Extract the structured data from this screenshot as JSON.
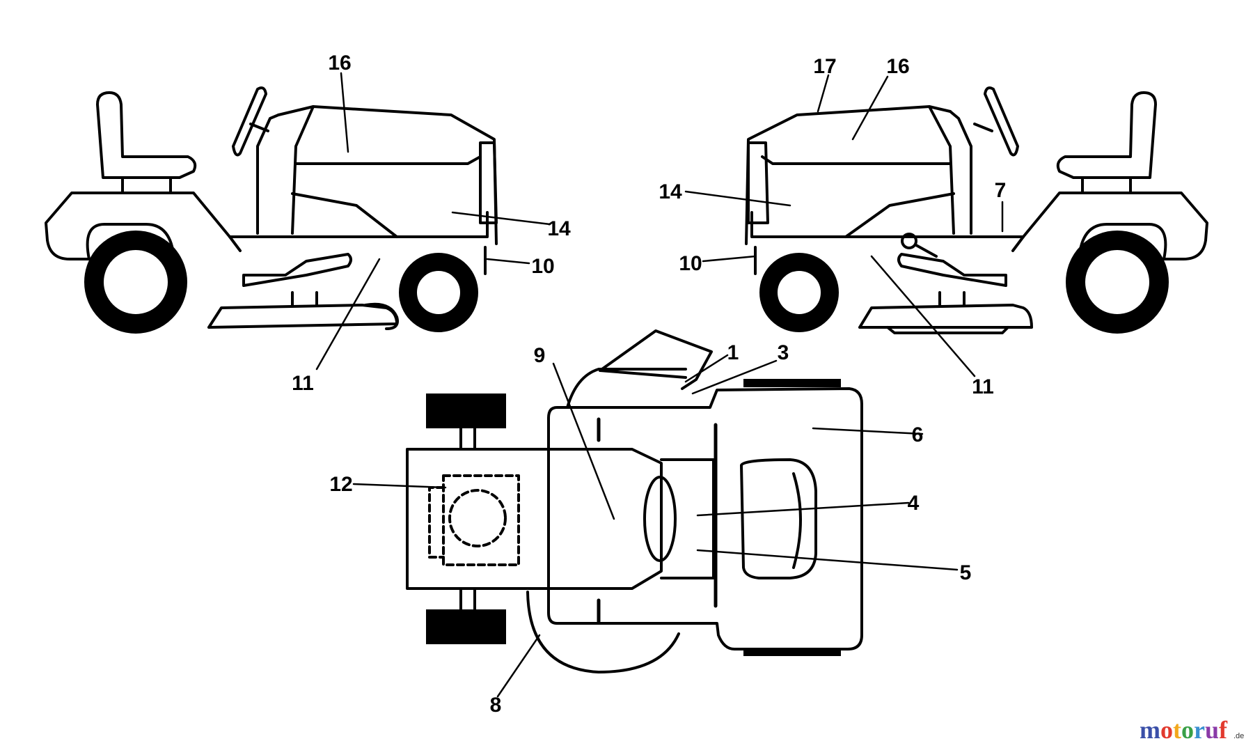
{
  "callouts": {
    "c1": "1",
    "c3": "3",
    "c4": "4",
    "c5": "5",
    "c6": "6",
    "c7": "7",
    "c8": "8",
    "c9": "9",
    "c10": "10",
    "c11": "11",
    "c12": "12",
    "c14": "14",
    "c16": "16",
    "c17": "17"
  },
  "watermark": {
    "letters": [
      "m",
      "o",
      "t",
      "o",
      "r",
      "u",
      "f"
    ],
    "colors": [
      "#3a4fa8",
      "#e23a2e",
      "#f2a81d",
      "#3aa047",
      "#3a8fd0",
      "#8a3aa8",
      "#e23a2e"
    ],
    "suffix": ".de"
  }
}
